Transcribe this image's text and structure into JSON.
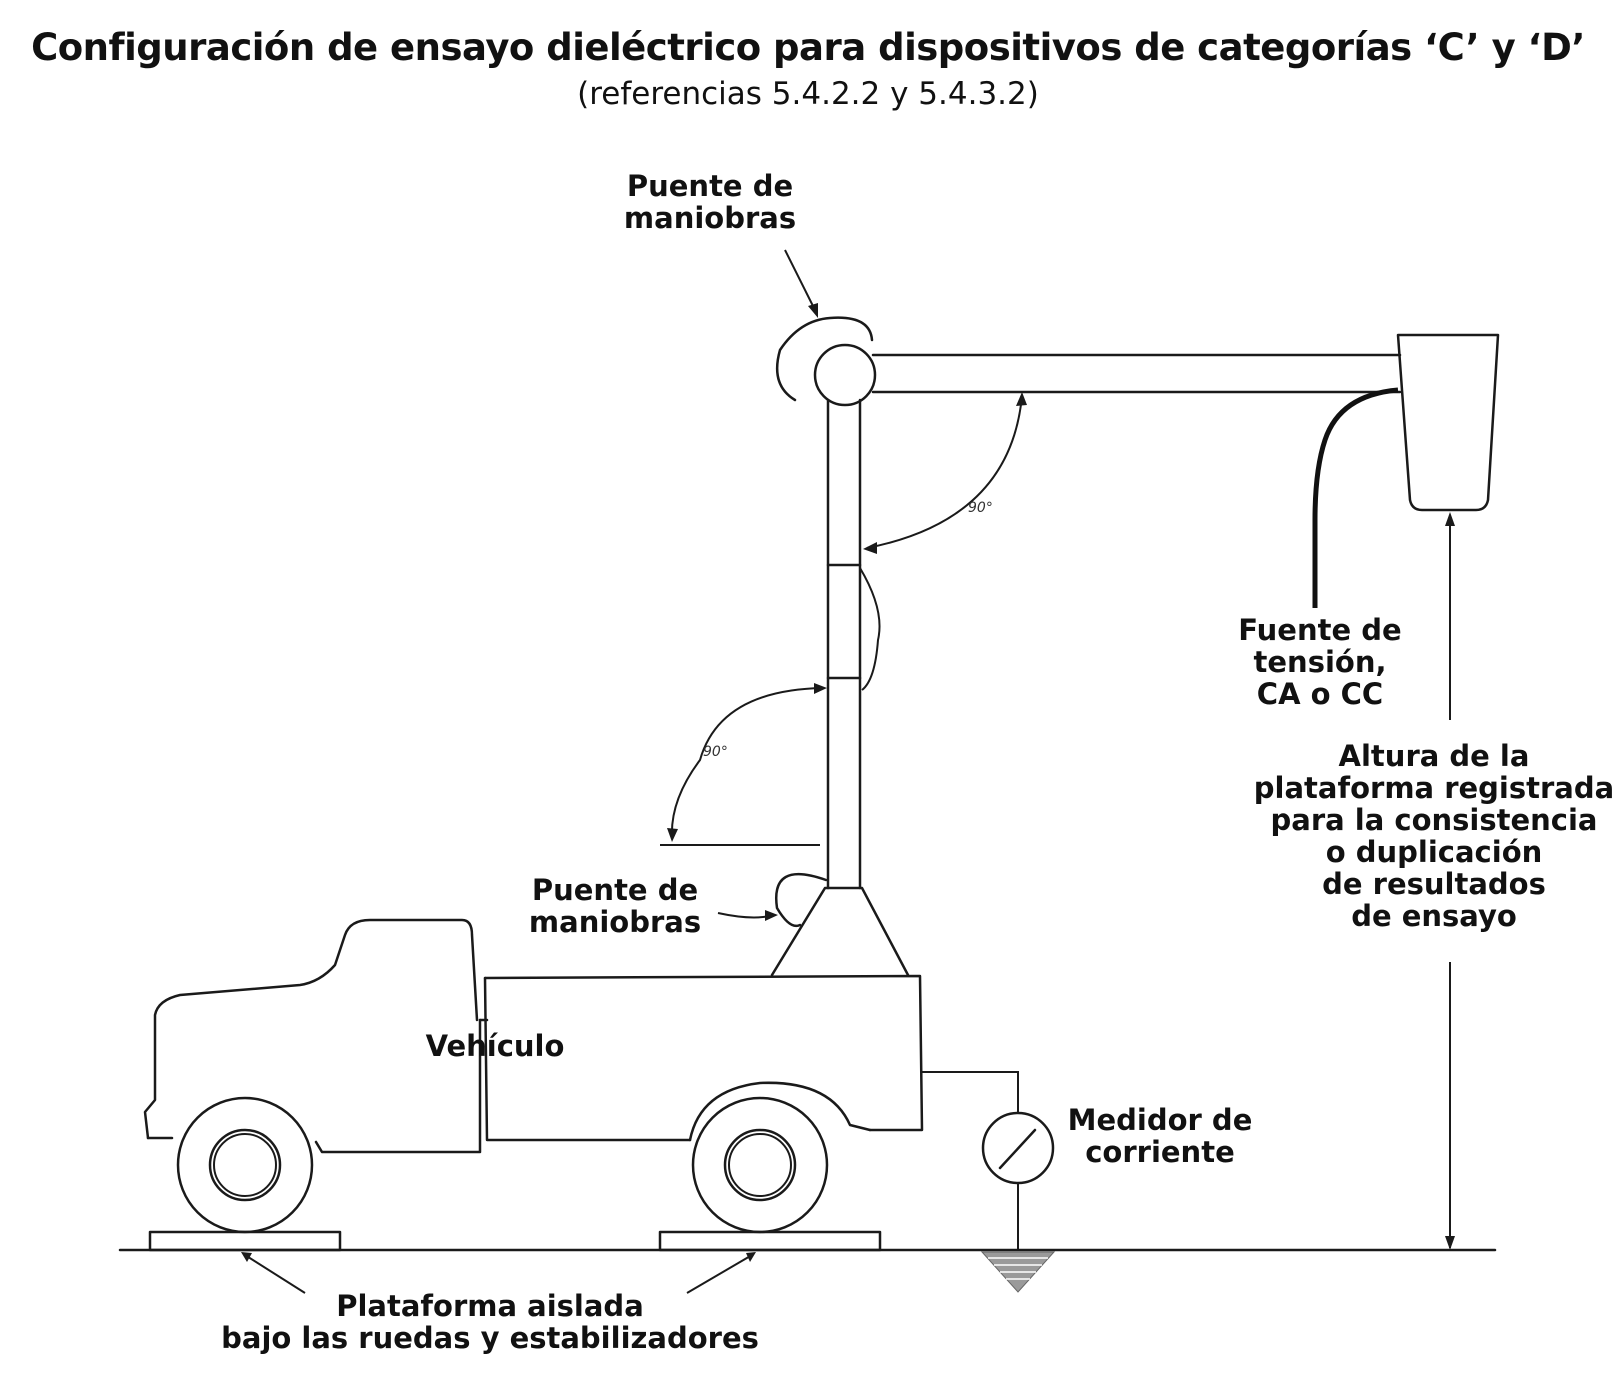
{
  "title": "Configuración de ensayo dieléctrico para dispositivos de categorías ‘C’ y ‘D’",
  "subtitle": "(referencias 5.4.2.2 y 5.4.3.2)",
  "labels": {
    "puente_top": [
      "Puente de",
      "maniobras"
    ],
    "puente_bottom": [
      "Puente de",
      "maniobras"
    ],
    "fuente": [
      "Fuente de",
      "tensión,",
      "CA o CC"
    ],
    "altura": [
      "Altura de la",
      "plataforma registrada",
      "para la consistencia",
      "o duplicación",
      "de resultados",
      "de ensayo"
    ],
    "vehiculo": "Vehículo",
    "medidor": [
      "Medidor de",
      "corriente"
    ],
    "plataforma": [
      "Plataforma aislada",
      "bajo las ruedas y estabilizadores"
    ],
    "angle_upper": "90°",
    "angle_lower": "90°"
  }
}
